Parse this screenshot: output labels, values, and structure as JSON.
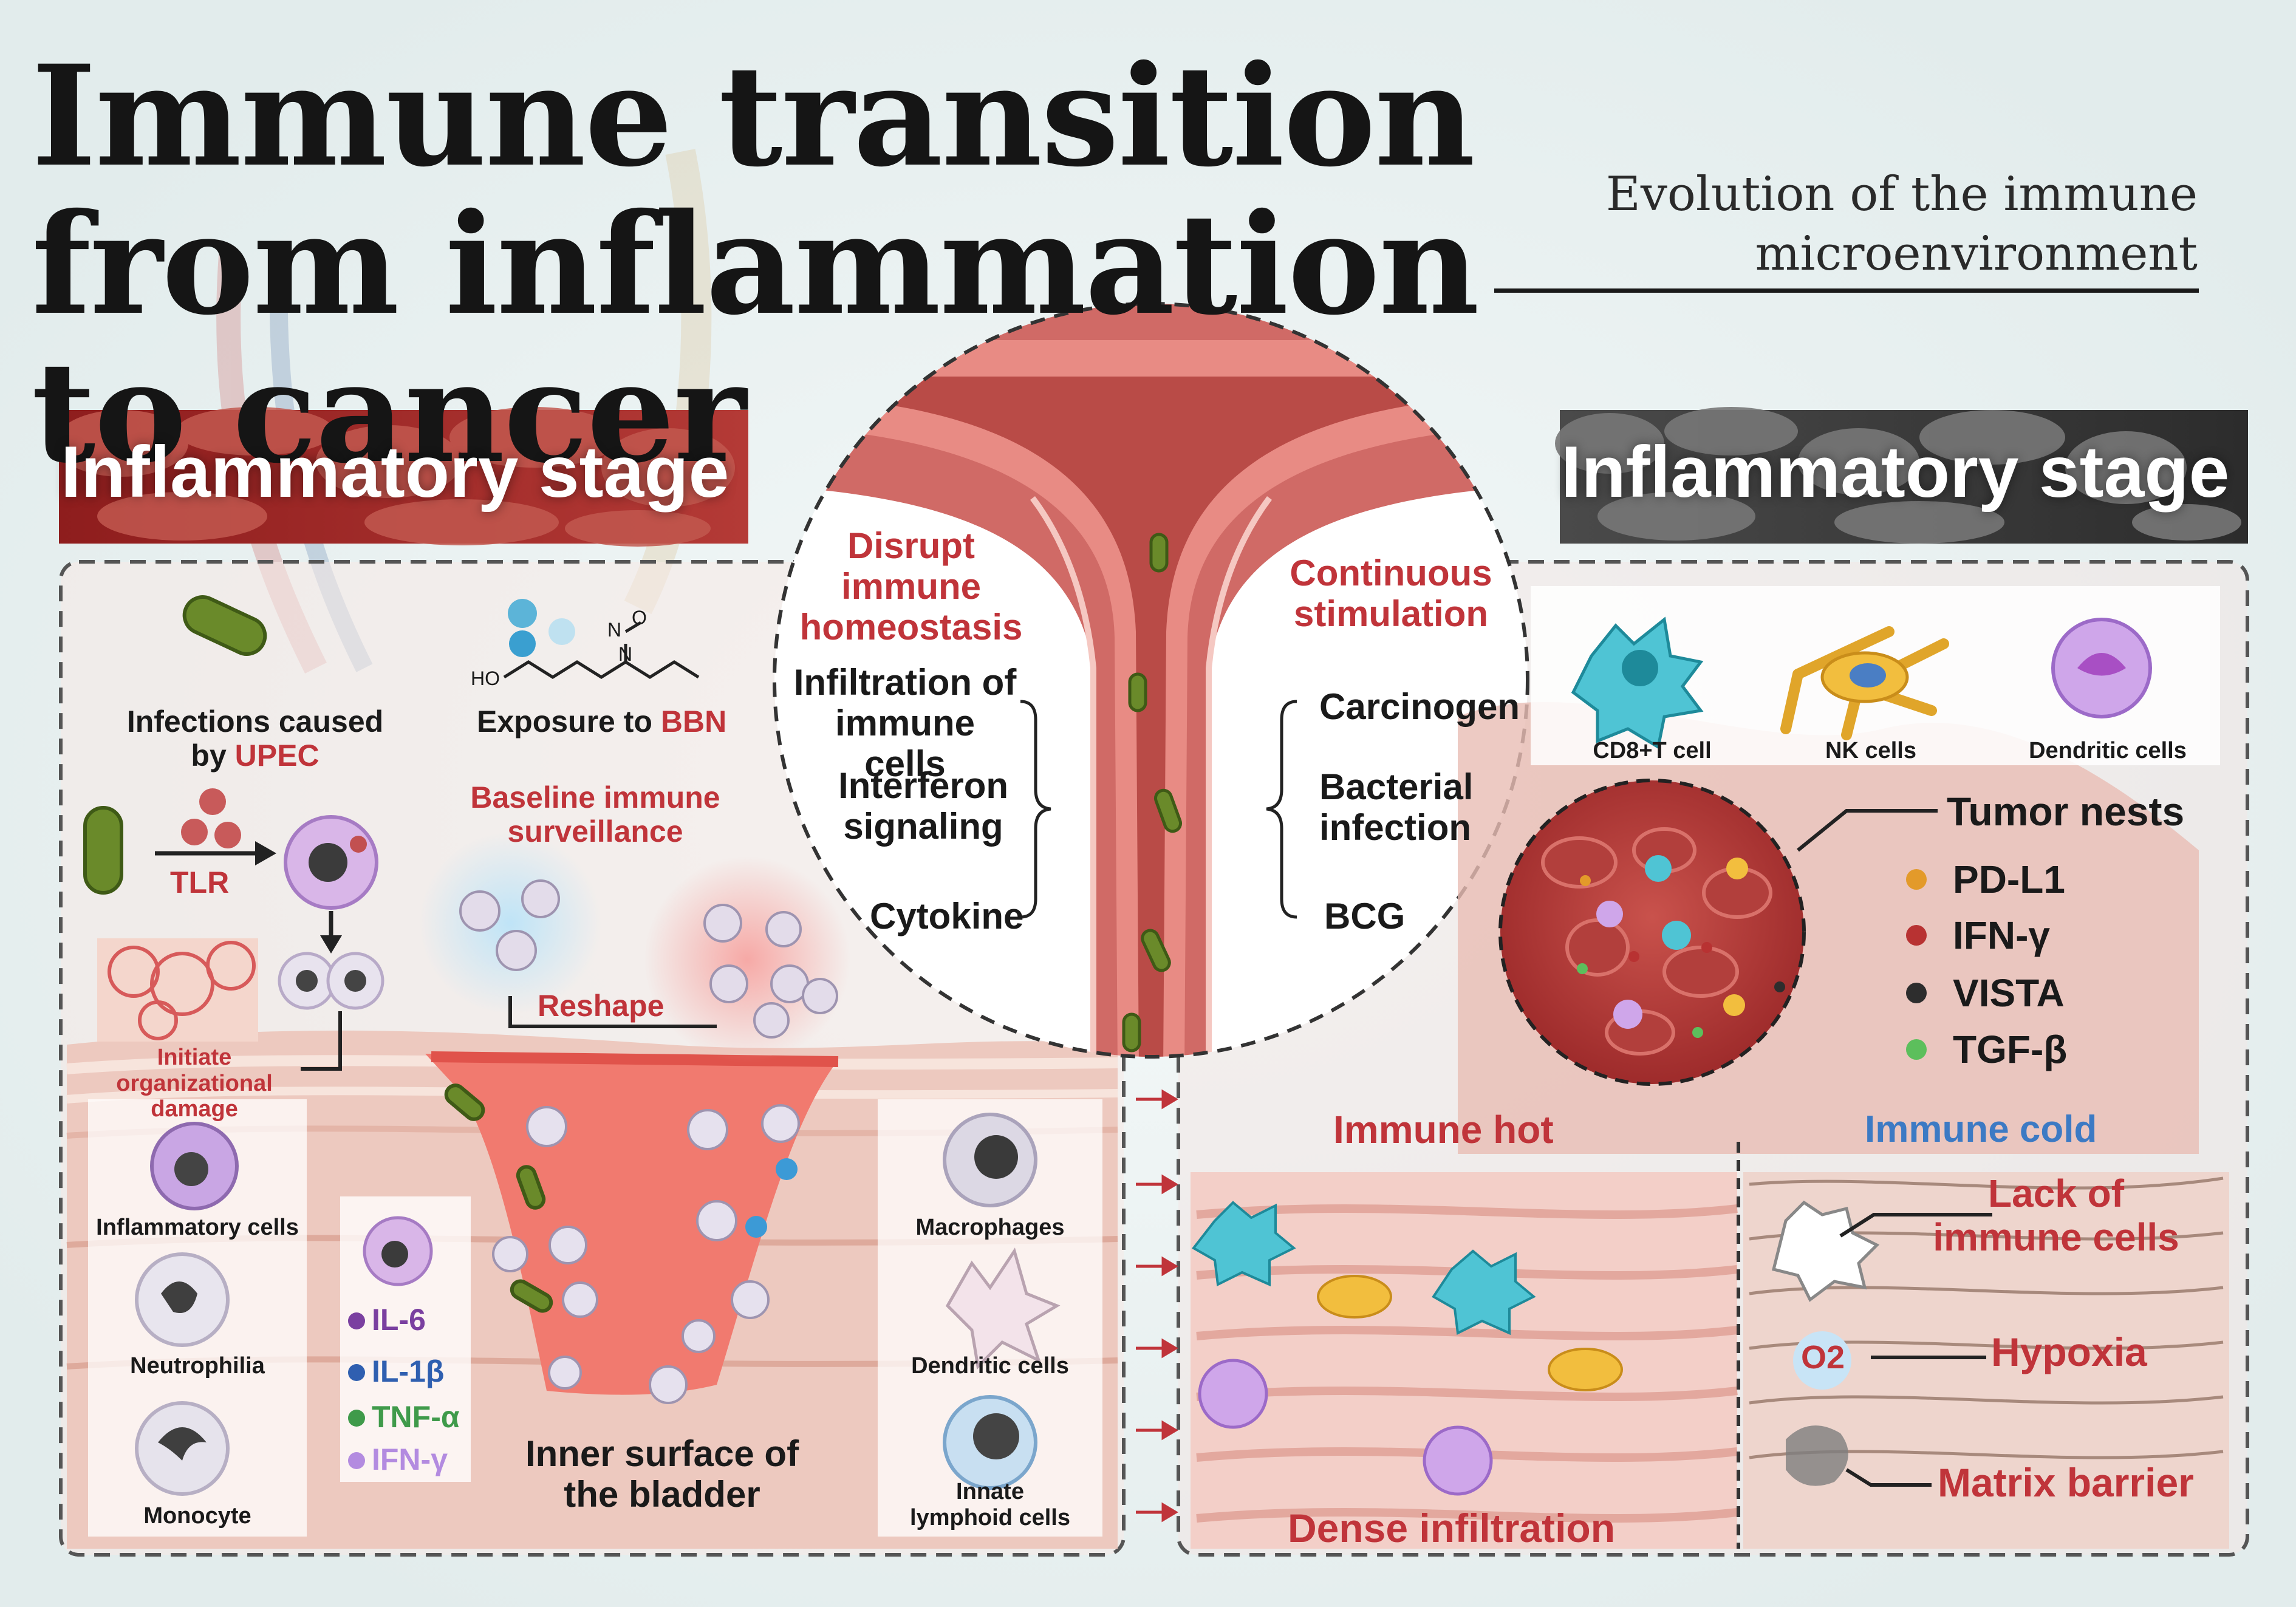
{
  "title": "Immune transition from inflammation to cancer",
  "subtitle": "Evolution of the immune microenvironment",
  "left_panel": {
    "banner": "Inflammatory stage",
    "infections_prefix": "Infections caused by",
    "upec": "UPEC",
    "tlr": "TLR",
    "exposure_prefix": "Exposure to",
    "bbn": "BBN",
    "baseline": "Baseline immune surveillance",
    "reshape": "Reshape",
    "initiate": "Initiate organizational damage",
    "cells_left": [
      "Inflammatory cells",
      "Neutrophilia",
      "Monocyte"
    ],
    "cytokines": [
      "IL-6",
      "IL-1β",
      "TNF-α",
      "IFN-γ"
    ],
    "inner_surface": "Inner surface of the bladder",
    "cells_right": [
      "Macrophages",
      "Dendritic cells",
      "Innate lymphoid cells"
    ],
    "chem_labels": {
      "ho": "HO",
      "n": "N",
      "no": "N",
      "o": "O"
    }
  },
  "center_panel": {
    "disrupt": "Disrupt immune homeostasis",
    "left_items": [
      "Infiltration of immune cells",
      "Interferon signaling",
      "Cytokine"
    ],
    "continuous": "Continuous stimulation",
    "right_items": [
      "Carcinogen",
      "Bacterial infection",
      "BCG"
    ]
  },
  "right_panel": {
    "banner": "Inflammatory stage",
    "cell_types": [
      "CD8+T cell",
      "NK cells",
      "Dendritic cells"
    ],
    "tumor_nests": "Tumor nests",
    "legend": [
      {
        "label": "PD-L1",
        "color": "#e39a2a"
      },
      {
        "label": "IFN-γ",
        "color": "#b83232"
      },
      {
        "label": "VISTA",
        "color": "#2d2d2d"
      },
      {
        "label": "TGF-β",
        "color": "#5cbf5c"
      }
    ],
    "immune_hot": "Immune hot",
    "immune_cold": "Immune cold",
    "dense": "Dense infiltration",
    "lack": "Lack of immune cells",
    "o2": "O2",
    "hypoxia": "Hypoxia",
    "matrix": "Matrix barrier"
  },
  "colors": {
    "accent_red": "#c0343a",
    "accent_blue": "#3c7ac4",
    "cytokine_il6": "#7a3fa0",
    "cytokine_il1b": "#2f5fb0",
    "cytokine_tnfa": "#3f9a4a",
    "cytokine_ifng": "#b38be0"
  }
}
